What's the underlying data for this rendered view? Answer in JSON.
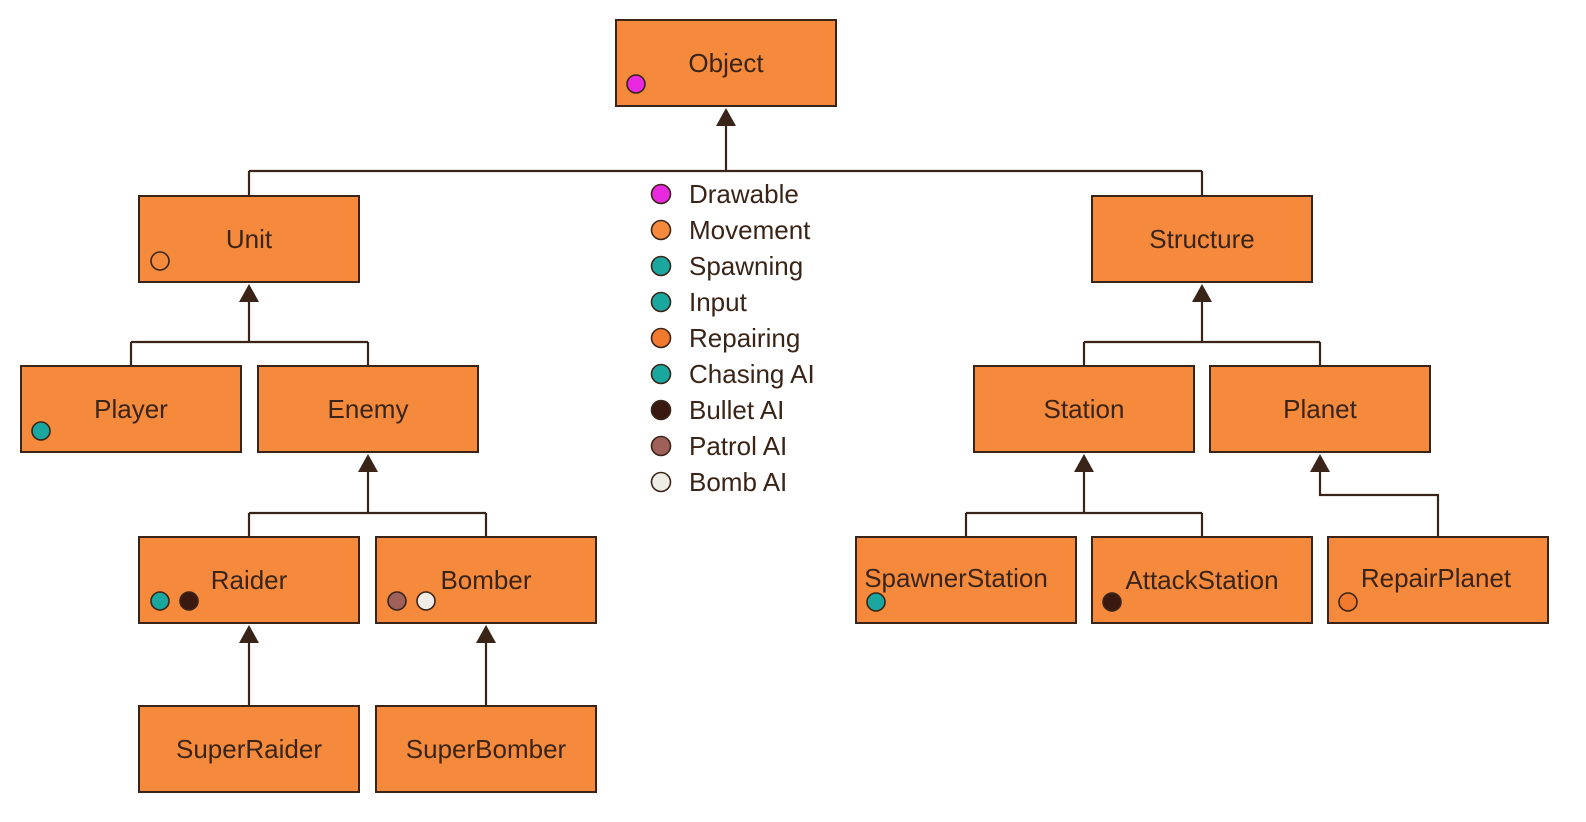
{
  "colors": {
    "box_fill": "#f58a3c",
    "line": "#3a2418",
    "text": "#3a2418"
  },
  "components": {
    "drawable": {
      "label": "Drawable",
      "color": "#e829e0"
    },
    "movement": {
      "label": "Movement",
      "color": "#f58a3c"
    },
    "spawning": {
      "label": "Spawning",
      "color": "#1aa7a0"
    },
    "input": {
      "label": "Input",
      "color": "#1aa7a0"
    },
    "repairing": {
      "label": "Repairing",
      "color": "#f27a2e"
    },
    "chasing_ai": {
      "label": "Chasing AI",
      "color": "#1aa7a0"
    },
    "bullet_ai": {
      "label": "Bullet AI",
      "color": "#3a1a10"
    },
    "patrol_ai": {
      "label": "Patrol AI",
      "color": "#a0605a"
    },
    "bomb_ai": {
      "label": "Bomb AI",
      "color": "#f0ece6"
    }
  },
  "legend": [
    "drawable",
    "movement",
    "spawning",
    "input",
    "repairing",
    "chasing_ai",
    "bullet_ai",
    "patrol_ai",
    "bomb_ai"
  ],
  "classes": {
    "object": {
      "label": "Object",
      "components": [
        "drawable"
      ]
    },
    "unit": {
      "label": "Unit",
      "components": [
        "movement"
      ]
    },
    "structure": {
      "label": "Structure",
      "components": []
    },
    "player": {
      "label": "Player",
      "components": [
        "input"
      ]
    },
    "enemy": {
      "label": "Enemy",
      "components": []
    },
    "raider": {
      "label": "Raider",
      "components": [
        "chasing_ai",
        "bullet_ai"
      ]
    },
    "bomber": {
      "label": "Bomber",
      "components": [
        "patrol_ai",
        "bomb_ai"
      ]
    },
    "superraider": {
      "label": "SuperRaider",
      "components": []
    },
    "superbomber": {
      "label": "SuperBomber",
      "components": []
    },
    "station": {
      "label": "Station",
      "components": []
    },
    "planet": {
      "label": "Planet",
      "components": []
    },
    "spawnerstation": {
      "label": "SpawnerStation",
      "components": [
        "spawning"
      ]
    },
    "attackstation": {
      "label": "AttackStation",
      "components": [
        "bullet_ai"
      ]
    },
    "repairplanet": {
      "label": "RepairPlanet",
      "components": [
        "repairing"
      ]
    }
  },
  "inheritance": [
    {
      "child": "unit",
      "parent": "object"
    },
    {
      "child": "structure",
      "parent": "object"
    },
    {
      "child": "player",
      "parent": "unit"
    },
    {
      "child": "enemy",
      "parent": "unit"
    },
    {
      "child": "raider",
      "parent": "enemy"
    },
    {
      "child": "bomber",
      "parent": "enemy"
    },
    {
      "child": "superraider",
      "parent": "raider"
    },
    {
      "child": "superbomber",
      "parent": "bomber"
    },
    {
      "child": "station",
      "parent": "structure"
    },
    {
      "child": "planet",
      "parent": "structure"
    },
    {
      "child": "spawnerstation",
      "parent": "station"
    },
    {
      "child": "attackstation",
      "parent": "station"
    },
    {
      "child": "repairplanet",
      "parent": "planet"
    }
  ]
}
